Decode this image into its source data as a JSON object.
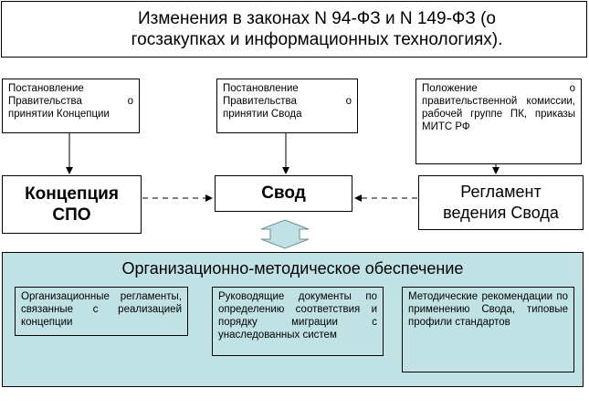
{
  "title": {
    "line1": "Изменения в законах N 94-ФЗ и N 149-ФЗ (о",
    "line2": "госзакупках и информационных технологиях)."
  },
  "docs": {
    "doc1": "Постановление Правительства о принятии Концепции",
    "doc2": "Постановление Правительства о принятии Свода",
    "doc3": "Положение о правительственной комиссии, рабочей группе ПК, приказы МИТС РФ"
  },
  "main": {
    "concept_line1": "Концепция",
    "concept_line2": "СПО",
    "svod": "Свод",
    "reglament_line1": "Регламент",
    "reglament_line2": "ведения Свода"
  },
  "org": {
    "title": "Организационно-методическое обеспечение",
    "box1": "Организационные регламенты, связанные с реализацией концепции",
    "box2": "Руководящие документы по определению соответствия и порядку миграции с унаследованных систем",
    "box3": "Методические рекомендации по применению Свода, типовые профили стандартов"
  },
  "colors": {
    "panel_bg": "#c0e2e5",
    "double_arrow_fill": "#c0e2e5"
  }
}
